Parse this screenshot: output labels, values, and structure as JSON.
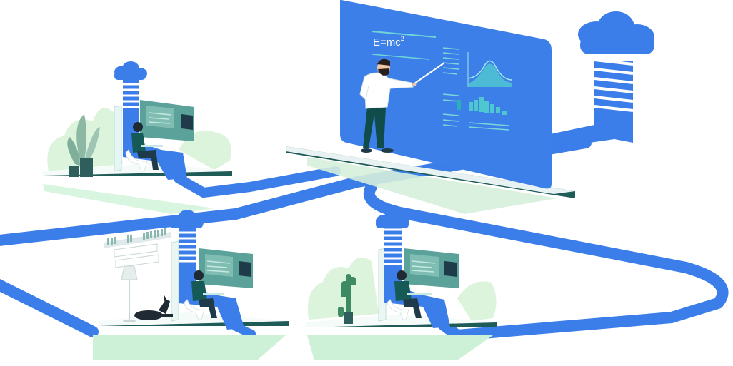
{
  "board": {
    "formula": "E=mc",
    "formula_exponent": "2"
  },
  "colors": {
    "network_blue": "#3b7de9",
    "board_blue": "#3d7fe8",
    "mint_floor": "#d8f5df",
    "teal_platform": "#1f5b57",
    "dark_navy": "#1f3a48",
    "light_green": "#d5f2d3",
    "stripe_white": "#ffffff"
  },
  "icons": [
    "cloud-icon",
    "data-stream-stripes",
    "monitor-icon",
    "plant-icon",
    "cactus-icon",
    "floor-lamp-icon",
    "bookshelf-icon",
    "dog-icon",
    "chair-icon",
    "person-icon"
  ]
}
